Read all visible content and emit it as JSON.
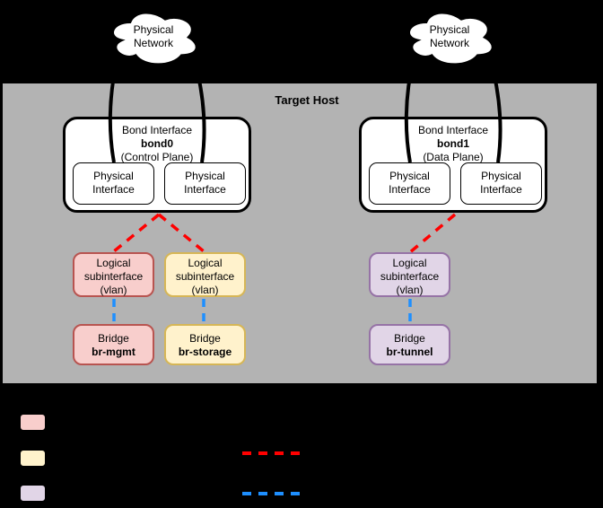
{
  "host": {
    "label": "Target Host",
    "fill": "#b3b3b3"
  },
  "clouds": {
    "left": {
      "line1": "Physical",
      "line2": "Network"
    },
    "right": {
      "line1": "Physical",
      "line2": "Network"
    }
  },
  "bonds": [
    {
      "title": "Bond Interface",
      "name": "bond0",
      "plane": "(Control Plane)",
      "interfaces": [
        {
          "line1": "Physical",
          "line2": "Interface"
        },
        {
          "line1": "Physical",
          "line2": "Interface"
        }
      ]
    },
    {
      "title": "Bond Interface",
      "name": "bond1",
      "plane": "(Data Plane)",
      "interfaces": [
        {
          "line1": "Physical",
          "line2": "Interface"
        },
        {
          "line1": "Physical",
          "line2": "Interface"
        }
      ]
    }
  ],
  "subinterfaces": [
    {
      "line1": "Logical",
      "line2": "subinterface",
      "line3": "(vlan)",
      "fill": "#f8cecc",
      "stroke": "#b85450"
    },
    {
      "line1": "Logical",
      "line2": "subinterface",
      "line3": "(vlan)",
      "fill": "#fff2cc",
      "stroke": "#d6b656"
    },
    {
      "line1": "Logical",
      "line2": "subinterface",
      "line3": "(vlan)",
      "fill": "#e1d5e7",
      "stroke": "#9673a6"
    }
  ],
  "bridges": [
    {
      "title": "Bridge",
      "name": "br-mgmt",
      "fill": "#f8cecc",
      "stroke": "#b85450"
    },
    {
      "title": "Bridge",
      "name": "br-storage",
      "fill": "#fff2cc",
      "stroke": "#d6b656"
    },
    {
      "title": "Bridge",
      "name": "br-tunnel",
      "fill": "#e1d5e7",
      "stroke": "#9673a6"
    }
  ],
  "connectors": {
    "bond_to_vlan_color": "#ff0000",
    "vlan_to_bridge_color": "#1e8fff"
  },
  "legend": {
    "swatches": [
      {
        "fill": "#f8cecc",
        "stroke": "#b85450"
      },
      {
        "fill": "#fff2cc",
        "stroke": "#d6b656"
      },
      {
        "fill": "#e1d5e7",
        "stroke": "#9673a6"
      }
    ],
    "dash_lines": [
      {
        "color": "#ff0000"
      },
      {
        "color": "#1e8fff"
      }
    ]
  }
}
